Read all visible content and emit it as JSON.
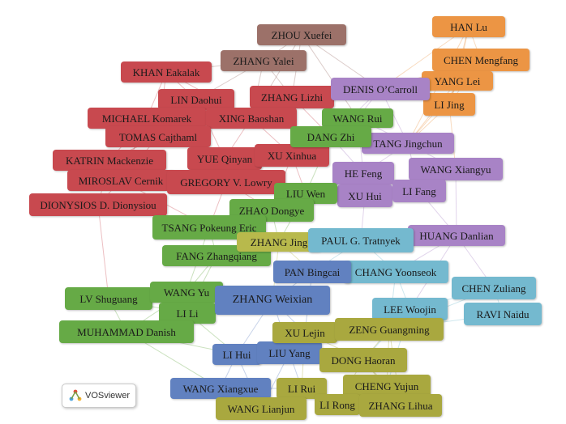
{
  "colors": {
    "red": "#c8494f",
    "brown": "#9c7169",
    "orange": "#ec9544",
    "purple": "#a883c6",
    "green": "#66aa46",
    "yellow": "#b8b94c",
    "lightblue": "#74b9cf",
    "blue": "#6181c0",
    "olive": "#a9a83f"
  },
  "nodes": [
    {
      "id": "zhou_xuefei",
      "label": "ZHOU Xuefei",
      "cluster": "brown"
    },
    {
      "id": "zhang_yalei",
      "label": "ZHANG Yalei",
      "cluster": "brown"
    },
    {
      "id": "han_lu",
      "label": "HAN Lu",
      "cluster": "orange"
    },
    {
      "id": "chen_mengfang",
      "label": "CHEN Mengfang",
      "cluster": "orange"
    },
    {
      "id": "yang_lei",
      "label": "YANG Lei",
      "cluster": "orange"
    },
    {
      "id": "li_jing",
      "label": "LI Jing",
      "cluster": "orange"
    },
    {
      "id": "khan_eakalak",
      "label": "KHAN Eakalak",
      "cluster": "red"
    },
    {
      "id": "lin_daohui",
      "label": "LIN Daohui",
      "cluster": "red"
    },
    {
      "id": "zhang_lizhi",
      "label": "ZHANG Lizhi",
      "cluster": "red"
    },
    {
      "id": "michael_komarek",
      "label": "MICHAEL Komarek",
      "cluster": "red"
    },
    {
      "id": "xing_baoshan",
      "label": "XING Baoshan",
      "cluster": "red"
    },
    {
      "id": "tomas_cajthaml",
      "label": "TOMAS Cajthaml",
      "cluster": "red"
    },
    {
      "id": "yue_qinyan",
      "label": "YUE Qinyan",
      "cluster": "red"
    },
    {
      "id": "xu_xinhua",
      "label": "XU Xinhua",
      "cluster": "red"
    },
    {
      "id": "katrin_mackenzie",
      "label": "KATRIN Mackenzie",
      "cluster": "red"
    },
    {
      "id": "miroslav_cernik",
      "label": "MIROSLAV Cernik",
      "cluster": "red"
    },
    {
      "id": "gregory_lowry",
      "label": "GREGORY V. Lowry",
      "cluster": "red"
    },
    {
      "id": "dionysios",
      "label": "DIONYSIOS D. Dionysiou",
      "cluster": "red"
    },
    {
      "id": "denis_ocarroll",
      "label": "DENIS O’Carroll",
      "cluster": "purple"
    },
    {
      "id": "tang_jingchun",
      "label": "TANG Jingchun",
      "cluster": "purple"
    },
    {
      "id": "he_feng",
      "label": "HE Feng",
      "cluster": "purple"
    },
    {
      "id": "wang_xiangyu",
      "label": "WANG Xiangyu",
      "cluster": "purple"
    },
    {
      "id": "xu_hui",
      "label": "XU Hui",
      "cluster": "purple"
    },
    {
      "id": "li_fang",
      "label": "LI Fang",
      "cluster": "purple"
    },
    {
      "id": "huang_danlian",
      "label": "HUANG Danlian",
      "cluster": "purple"
    },
    {
      "id": "wang_rui",
      "label": "WANG Rui",
      "cluster": "green"
    },
    {
      "id": "dang_zhi",
      "label": "DANG Zhi",
      "cluster": "green"
    },
    {
      "id": "liu_wen",
      "label": "LIU Wen",
      "cluster": "green"
    },
    {
      "id": "zhao_dongye",
      "label": "ZHAO Dongye",
      "cluster": "green"
    },
    {
      "id": "tsang_pokeung",
      "label": "TSANG Pokeung Eric",
      "cluster": "green"
    },
    {
      "id": "fang_zhangqiang",
      "label": "FANG Zhangqiang",
      "cluster": "green"
    },
    {
      "id": "lv_shuguang",
      "label": "LV Shuguang",
      "cluster": "green"
    },
    {
      "id": "wang_yu",
      "label": "WANG Yu",
      "cluster": "green"
    },
    {
      "id": "li_li",
      "label": "LI Li",
      "cluster": "green"
    },
    {
      "id": "muhammad_danish",
      "label": "MUHAMMAD Danish",
      "cluster": "green"
    },
    {
      "id": "zhang_jing",
      "label": "ZHANG Jing",
      "cluster": "yellow"
    },
    {
      "id": "paul_tratnyek",
      "label": "PAUL G. Tratnyek",
      "cluster": "lightblue"
    },
    {
      "id": "chang_yoonseok",
      "label": "CHANG Yoonseok",
      "cluster": "lightblue"
    },
    {
      "id": "chen_zuliang",
      "label": "CHEN Zuliang",
      "cluster": "lightblue"
    },
    {
      "id": "lee_woojin",
      "label": "LEE Woojin",
      "cluster": "lightblue"
    },
    {
      "id": "ravi_naidu",
      "label": "RAVI Naidu",
      "cluster": "lightblue"
    },
    {
      "id": "pan_bingcai",
      "label": "PAN Bingcai",
      "cluster": "blue"
    },
    {
      "id": "zhang_weixian",
      "label": "ZHANG Weixian",
      "cluster": "blue"
    },
    {
      "id": "li_hui",
      "label": "LI Hui",
      "cluster": "blue"
    },
    {
      "id": "liu_yang",
      "label": "LIU Yang",
      "cluster": "blue"
    },
    {
      "id": "wang_xiangxue",
      "label": "WANG Xiangxue",
      "cluster": "blue"
    },
    {
      "id": "xu_lejin",
      "label": "XU Lejin",
      "cluster": "olive"
    },
    {
      "id": "zeng_guangming",
      "label": "ZENG Guangming",
      "cluster": "olive"
    },
    {
      "id": "dong_haoran",
      "label": "DONG Haoran",
      "cluster": "olive"
    },
    {
      "id": "li_rui",
      "label": "LI Rui",
      "cluster": "olive"
    },
    {
      "id": "cheng_yujun",
      "label": "CHENG Yujun",
      "cluster": "olive"
    },
    {
      "id": "li_rong",
      "label": "LI Rong",
      "cluster": "olive"
    },
    {
      "id": "zhang_lihua",
      "label": "ZHANG Lihua",
      "cluster": "olive"
    },
    {
      "id": "wang_lianjun",
      "label": "WANG Lianjun",
      "cluster": "olive"
    }
  ],
  "logo": {
    "text": "VOSviewer",
    "icon": "vosviewer-logo-icon"
  }
}
